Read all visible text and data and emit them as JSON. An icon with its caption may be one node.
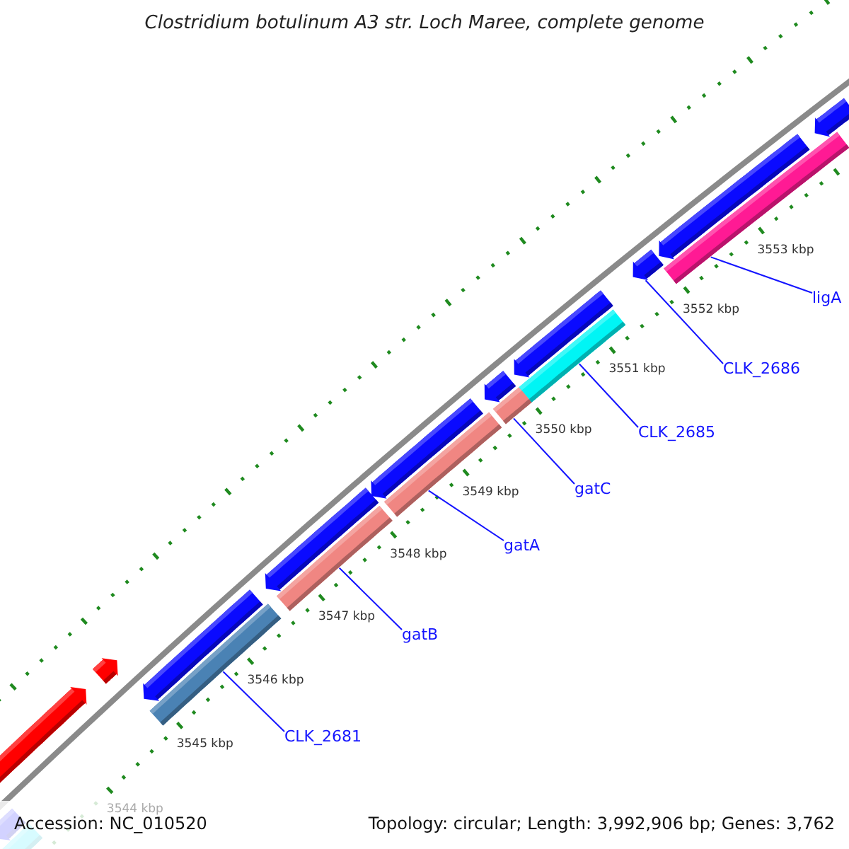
{
  "diagram": {
    "title": "Clostridium botulinum A3 str. Loch Maree, complete genome",
    "nodes": [
      {
        "text": [
          "CLK_2681"
        ]
      },
      {
        "text": [
          "gatB"
        ]
      },
      {
        "text": [
          "gatA"
        ]
      },
      {
        "text": [
          "gatC"
        ]
      },
      {
        "text": [
          "CLK_2685"
        ]
      },
      {
        "text": [
          "CLK_2686"
        ]
      },
      {
        "text": [
          "ligA"
        ]
      },
      {
        "text": [],
        "shape": "bar"
      },
      {
        "text": [],
        "shape": "bar"
      },
      {
        "text": [],
        "shape": "bar"
      },
      {
        "text": [],
        "shape": "bar"
      },
      {
        "text": [],
        "shape": "bar"
      },
      {
        "text": [],
        "shape": "arrow"
      },
      {
        "text": [],
        "shape": "bar"
      },
      {
        "text": [],
        "shape": "arrow"
      }
    ],
    "edges": [
      {
        "from": 0,
        "to": 7,
        "arrow": "none"
      },
      {
        "from": 1,
        "to": 8,
        "arrow": "none"
      },
      {
        "from": 2,
        "to": 9,
        "arrow": "none"
      },
      {
        "from": 3,
        "to": 10,
        "arrow": "none"
      },
      {
        "from": 4,
        "to": 11,
        "arrow": "none"
      },
      {
        "from": 5,
        "to": 12,
        "arrow": "none"
      },
      {
        "from": 6,
        "to": 13,
        "arrow": "none"
      }
    ],
    "labels": [
      "3544 kbp",
      "3545 kbp",
      "3546 kbp",
      "3547 kbp",
      "3548 kbp",
      "3549 kbp",
      "3550 kbp",
      "3551 kbp",
      "3552 kbp",
      "3553 kbp",
      "Accession: NC_010520",
      "Topology: circular; Length: 3,992,906 bp; Genes: 3,762"
    ]
  }
}
